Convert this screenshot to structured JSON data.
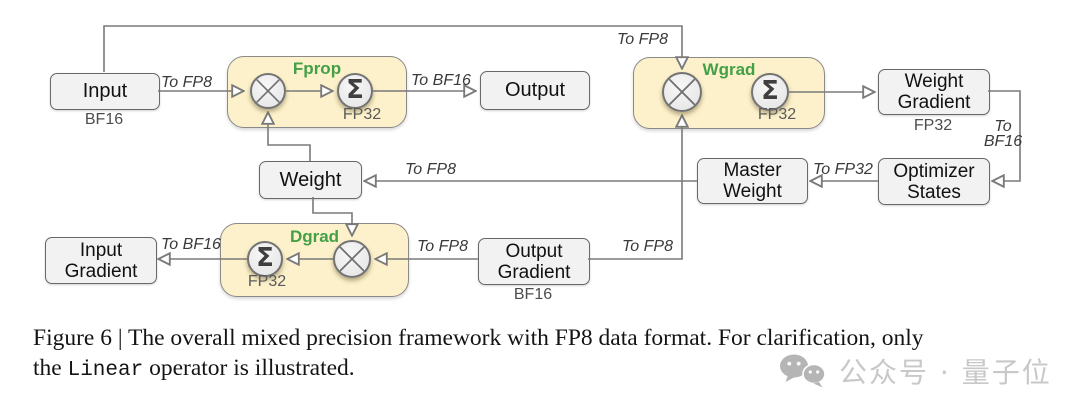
{
  "figure": {
    "nodes": {
      "input": {
        "label": "Input",
        "sublabel": "BF16"
      },
      "output": {
        "label": "Output"
      },
      "weight": {
        "label": "Weight"
      },
      "master_weight": {
        "label": "Master Weight"
      },
      "optimizer_states": {
        "label": "Optimizer States"
      },
      "weight_gradient": {
        "label": "Weight Gradient",
        "sublabel": "FP32"
      },
      "input_gradient": {
        "label": "Input Gradient"
      },
      "output_gradient": {
        "label": "Output Gradient",
        "sublabel": "BF16"
      }
    },
    "operators": {
      "fprop": {
        "title": "Fprop",
        "sum_symbol": "Σ",
        "precision": "FP32"
      },
      "wgrad": {
        "title": "Wgrad",
        "sum_symbol": "Σ",
        "precision": "FP32"
      },
      "dgrad": {
        "title": "Dgrad",
        "sum_symbol": "Σ",
        "precision": "FP32"
      }
    },
    "edge_labels": {
      "input_to_fprop": "To FP8",
      "fprop_to_output": "To BF16",
      "input_to_wgrad": "To FP8",
      "master_to_weight": "To FP8",
      "weightgrad_to_optimizer": "To BF16",
      "optimizer_to_master": "To FP32",
      "outputgrad_to_wgrad": "To FP8",
      "outputgrad_to_dgrad": "To FP8",
      "dgrad_to_inputgrad": "To BF16"
    },
    "colors": {
      "operator_fill": "#fcf1ca",
      "operator_border": "#8a8a8a",
      "node_fill": "#f2f2f2",
      "node_border": "#686868",
      "operator_title": "#43a047",
      "connector": "#7a7a7a"
    }
  },
  "caption": {
    "line1": "Figure 6 | The overall mixed precision framework with FP8 data format. For clarification, only",
    "line2_pre": "the ",
    "line2_code": "Linear",
    "line2_post": " operator is illustrated."
  },
  "watermark": {
    "text": "公众号 · 量子位"
  }
}
